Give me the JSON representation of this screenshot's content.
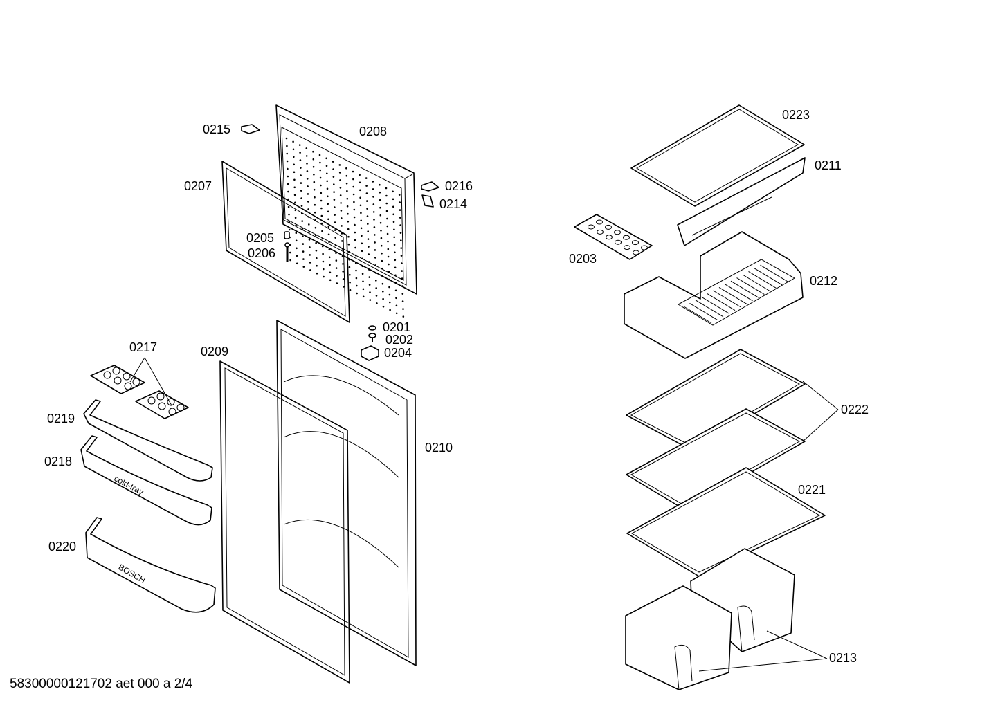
{
  "document_id": "58300000121702 aet 000 a 2/4",
  "door_labels": {
    "tray_marking": "cold-tray",
    "bin_marking": "BOSCH"
  },
  "parts": {
    "p0201": "0201",
    "p0202": "0202",
    "p0203": "0203",
    "p0204": "0204",
    "p0205": "0205",
    "p0206": "0206",
    "p0207": "0207",
    "p0208": "0208",
    "p0209": "0209",
    "p0210": "0210",
    "p0211": "0211",
    "p0212": "0212",
    "p0213": "0213",
    "p0214": "0214",
    "p0215": "0215",
    "p0216": "0216",
    "p0217": "0217",
    "p0218": "0218",
    "p0219": "0219",
    "p0220": "0220",
    "p0221": "0221",
    "p0222": "0222",
    "p0223": "0223"
  }
}
